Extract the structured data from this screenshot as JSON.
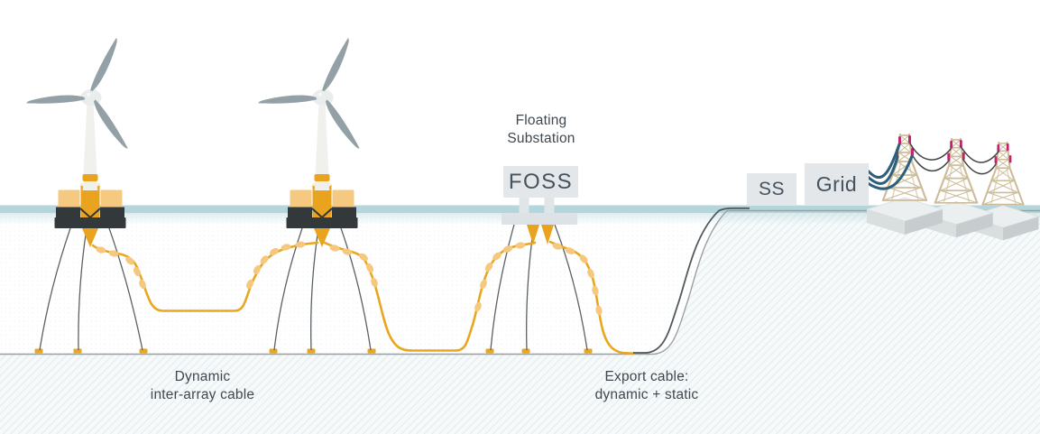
{
  "labels": {
    "floating_substation_line1": "Floating",
    "floating_substation_line2": "Substation",
    "foss": "FOSS",
    "ss": "SS",
    "grid": "Grid",
    "inter_array_line1": "Dynamic",
    "inter_array_line2": "inter-array cable",
    "export_line1": "Export cable:",
    "export_line2": "dynamic + static"
  },
  "entities": {
    "wind_turbine_count": 2,
    "transmission_pylon_count": 3,
    "seabed_anchor_count": 9
  },
  "colors": {
    "water_line": "#b4d5db",
    "cable_dynamic": "#e9a71f",
    "buoyancy_module": "#f5c87e",
    "platform_dark": "#33383b",
    "column_amber": "#e9a31f",
    "column_light": "#f5ca80",
    "tower_white": "#f0f0ed",
    "blade_gray": "#93a1a6",
    "nacelle": "#e9edec",
    "label_text": "#3f4850",
    "box_fill": "#e3e7ea",
    "box_text": "#46525e",
    "mooring_line": "#5c6165",
    "seabed_line": "#9aa0a2",
    "cable_static": "#53585c",
    "pylon_beige": "#cdbc99",
    "pylon_beige_light": "#e0d5bc",
    "insulator_pink": "#c2246d",
    "grid_cable_blue": "#2d5f7c",
    "anchor": "#e9a71f"
  }
}
